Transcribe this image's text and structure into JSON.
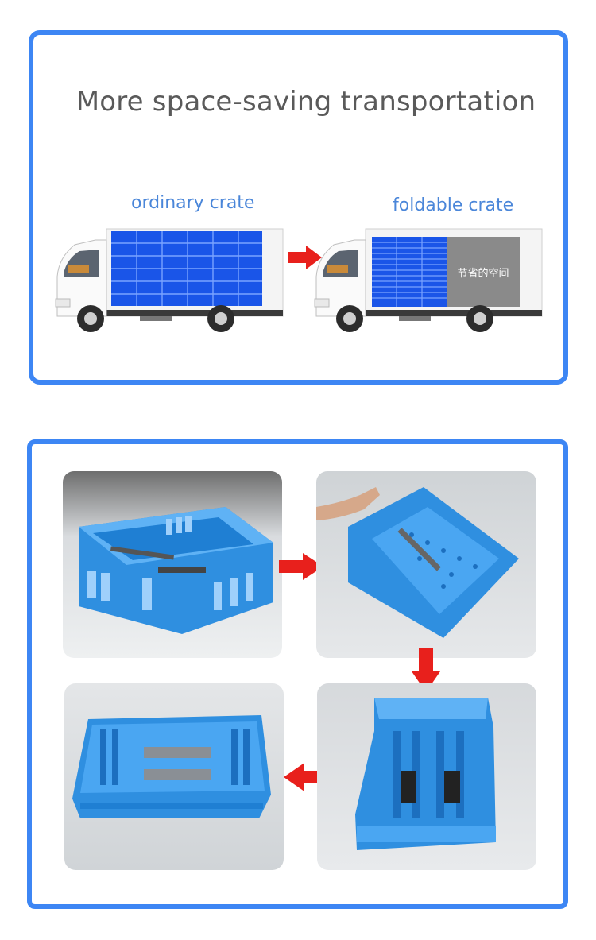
{
  "headline": "More space-saving transportation",
  "trucks": {
    "ordinary_label": "ordinary crate",
    "foldable_label": "foldable crate",
    "saved_space_label": "节省的空间"
  },
  "colors": {
    "frame": "#3d86f4",
    "crate_blue": "#1a55e8",
    "arrow_red": "#e8201c",
    "caption_blue": "#4a86d9",
    "headline_gray": "#5a5a5a",
    "saved_gray": "#8a8a8a"
  },
  "icons": {
    "truck_arrow": "right-arrow-icon",
    "step_arrows": [
      "right-arrow-icon",
      "down-arrow-icon",
      "left-arrow-icon"
    ]
  }
}
